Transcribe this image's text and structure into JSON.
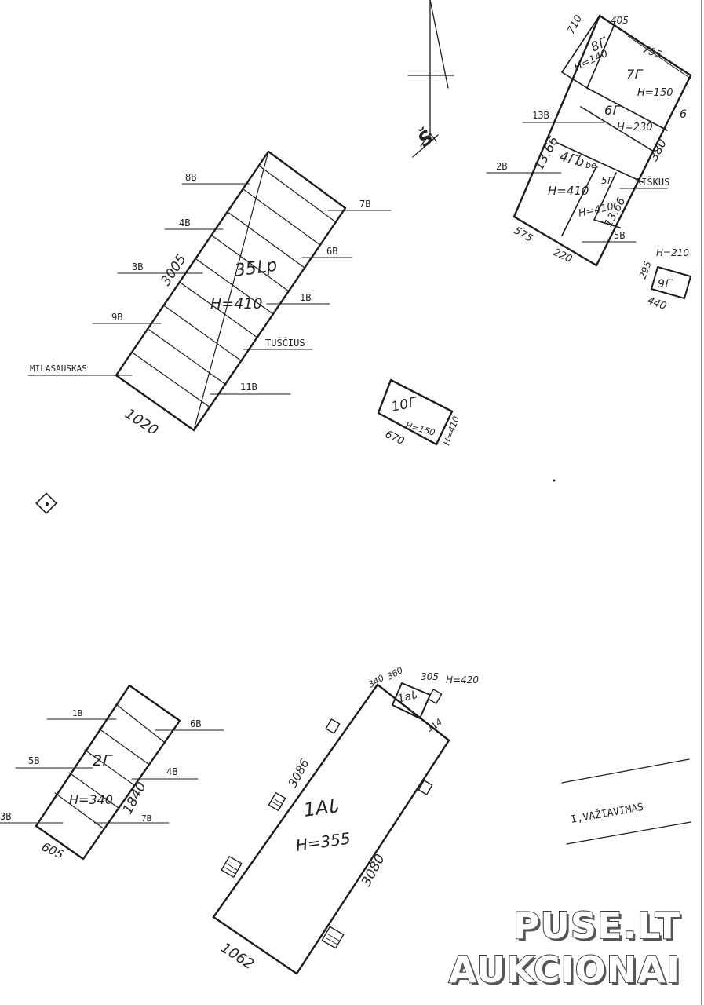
{
  "plan": {
    "bldg_35": {
      "code": "35Ꮮp",
      "height": "H=410",
      "dim_bottom": "1020",
      "dim_side": "3005",
      "tags": [
        "8B",
        "7B",
        "4B",
        "6B",
        "3B",
        "1B",
        "9B",
        "TUŠČIUS",
        "MILAŠAUSKAS",
        "11B"
      ]
    },
    "compass": {
      "label": "Š"
    },
    "group_ne": {
      "b8": {
        "code": "8Ꮁ",
        "height": "H=140"
      },
      "b7": {
        "code": "7Ꮁ",
        "height": "H=150"
      },
      "b6": {
        "code": "6Ꮁ",
        "height": "H=230"
      },
      "b4": {
        "code": "4Ꮁb",
        "note": "be.",
        "height": "H=410"
      },
      "b5": {
        "code": "5Ꮁ",
        "height": "H=410"
      },
      "dims": [
        "710",
        "405",
        "795",
        "380",
        "6",
        "13.66",
        "13.66",
        "575",
        "220"
      ],
      "tags": [
        "13B",
        "2B",
        "5B",
        "RIŠKUS"
      ]
    },
    "bldg_9": {
      "code": "9Ꮁ",
      "height": "H=210",
      "dims": [
        "295",
        "440"
      ]
    },
    "bldg_10": {
      "code": "10Ꮁ",
      "height": "H=150",
      "dims": [
        "670",
        "H=410"
      ]
    },
    "bldg_2": {
      "code": "2Ꮁ",
      "height": "H=340",
      "dims": [
        "1840",
        "605"
      ],
      "tags": [
        "1B",
        "6B",
        "5B",
        "4B",
        "3B",
        "7B"
      ]
    },
    "bldg_1": {
      "code": "1AᏓ",
      "height": "H=355",
      "dims": [
        "3086",
        "3080",
        "1062"
      ]
    },
    "bldg_1a": {
      "code": "1aᏓ",
      "dims": [
        "360",
        "340",
        "305",
        "H=420",
        "414"
      ]
    },
    "road_label": "I,VAŽIAVIMAS"
  },
  "watermark": {
    "line1": "PUSE.LT",
    "line2": "AUKCIONAI"
  }
}
